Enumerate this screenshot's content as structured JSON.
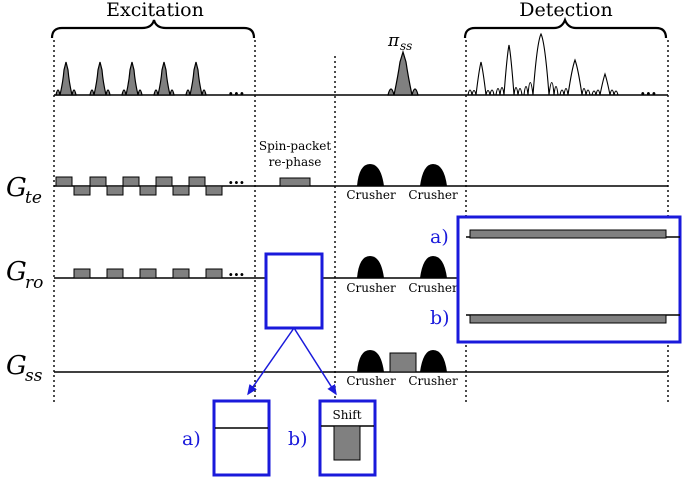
{
  "header": {
    "excitation": "Excitation",
    "detection": "Detection"
  },
  "rf": {
    "pi_label": "π",
    "pi_subscript": "ss",
    "ellipsis": "..."
  },
  "gradients": {
    "te": {
      "symbol": "G",
      "subscript": "te"
    },
    "ro": {
      "symbol": "G",
      "subscript": "ro"
    },
    "ss": {
      "symbol": "G",
      "subscript": "ss"
    }
  },
  "annotations": {
    "spin_packet_line1": "Spin-packet",
    "spin_packet_line2": "re-phase",
    "crusher": "Crusher",
    "label_a": "a)",
    "label_b": "b)",
    "shift": "Shift"
  },
  "colors": {
    "accent": "#1a1adb",
    "pulse_fill": "#808080",
    "crusher_fill": "#000000"
  }
}
